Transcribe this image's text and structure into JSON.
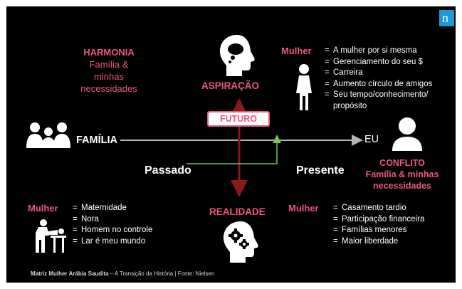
{
  "brand": {
    "logo_letter": "n",
    "logo_color": "#1a9ad6"
  },
  "accent_color": "#e9587a",
  "axis_color": "#8a1a1a",
  "top_left": {
    "title": "HARMONIA",
    "line1": "Família &",
    "line2": "minhas",
    "line3": "necessidades"
  },
  "aspiracao": {
    "label": "ASPIRAÇÃO",
    "icon": "head-thought-icon"
  },
  "top_right": {
    "title": "Mulher",
    "icon": "woman-icon",
    "items": [
      "A mulher por si mesma",
      "Gerenciamento do seu $",
      "Carreira",
      "Aumento  círculo de amigos",
      "Seu tempo/conhecimento/",
      "propósito"
    ]
  },
  "futuro": {
    "label": "FUTURO"
  },
  "familia": {
    "label": "FAMÍLIA",
    "icon": "family-icon"
  },
  "eu": {
    "label": "EU",
    "icon": "person-icon"
  },
  "passado": {
    "label": "Passado"
  },
  "presente": {
    "label": "Presente"
  },
  "conflito": {
    "title": "CONFLITO",
    "line1": "Família & minhas",
    "line2": "necessidades"
  },
  "realidade": {
    "label": "REALIDADE",
    "icon": "head-gears-icon"
  },
  "bottom_left": {
    "title": "Mulher",
    "icon": "mother-baby-icon",
    "items": [
      "Maternidade",
      "Nora",
      "Homem no controle",
      "Lar é meu mundo"
    ]
  },
  "bottom_right": {
    "title": "Mulher",
    "items": [
      "Casamento tardio",
      "Participação  financeira",
      "Famílias menores",
      "Maior liberdade"
    ]
  },
  "footer": {
    "bold": "Matriz Mulher Arábia Saudita",
    "rest": " – A Transição da História | Fonte: Nielsen"
  }
}
